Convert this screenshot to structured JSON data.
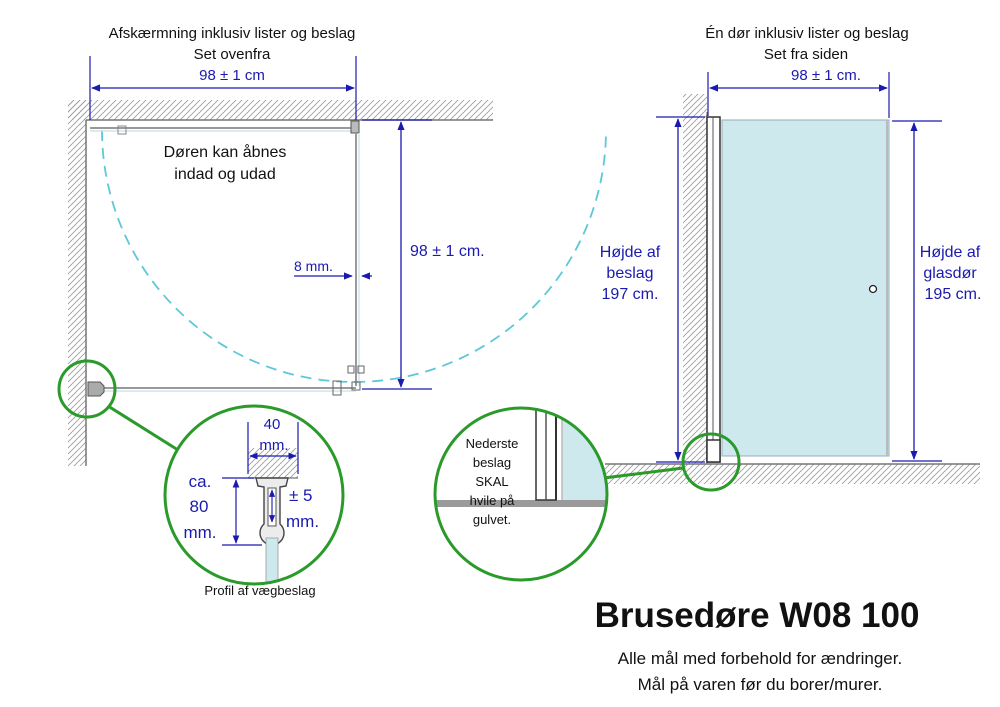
{
  "top_view": {
    "title": "Afskærmning inklusiv lister og beslag",
    "subtitle": "Set ovenfra",
    "width_dim": "98 ± 1 cm",
    "note_line1": "Døren kan åbnes",
    "note_line2": "indad og udad",
    "depth_dim": "98 ± 1 cm.",
    "gap_dim": "8 mm."
  },
  "profile_detail": {
    "width_value": "40",
    "width_unit": "mm.",
    "height_line1": "ca.",
    "height_line2": "80",
    "height_line3": "mm.",
    "tolerance_line1": "± 5",
    "tolerance_line2": "mm.",
    "caption": "Profil af vægbeslag"
  },
  "side_view": {
    "title": "Én dør inklusiv lister og beslag",
    "subtitle": "Set fra siden",
    "width_dim": "98 ± 1 cm.",
    "fitting_h_line1": "Højde af",
    "fitting_h_line2": "beslag",
    "fitting_h_line3": "197 cm.",
    "glass_h_line1": "Højde af",
    "glass_h_line2": "glasdør",
    "glass_h_line3": "195 cm."
  },
  "floor_detail": {
    "line1": "Nederste",
    "line2": "beslag",
    "line3": "SKAL",
    "line4": "hvile på",
    "line5": "gulvet."
  },
  "product": {
    "name": "Brusedøre W08 100",
    "disclaimer1": "Alle mål med forbehold for ændringer.",
    "disclaimer2": "Mål på varen før du borer/murer."
  },
  "colors": {
    "dimension": "#1a1ab0",
    "highlight": "#2a9a2a",
    "glass": "#cde9ee",
    "swing": "#5cc8d8"
  }
}
